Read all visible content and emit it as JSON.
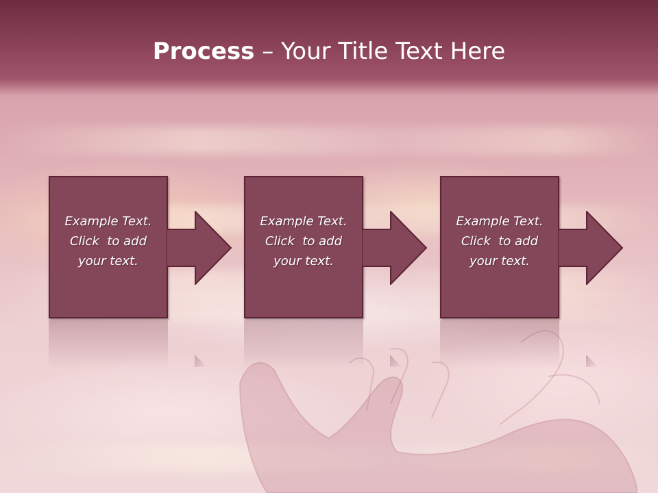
{
  "title": {
    "bold": "Process",
    "rest": " – Your Title Text Here"
  },
  "steps": [
    {
      "line1": "Example Text.",
      "line2": "Click  to add",
      "line3": "your text."
    },
    {
      "line1": "Example Text.",
      "line2": "Click  to add",
      "line3": "your text."
    },
    {
      "line1": "Example Text.",
      "line2": "Click  to add",
      "line3": "your text."
    }
  ],
  "colors": {
    "title_bar": "#8c4459",
    "box_fill": "#844659",
    "box_border": "#5a2434",
    "text": "#ffffff"
  },
  "icons": [
    "right-arrow-icon"
  ]
}
